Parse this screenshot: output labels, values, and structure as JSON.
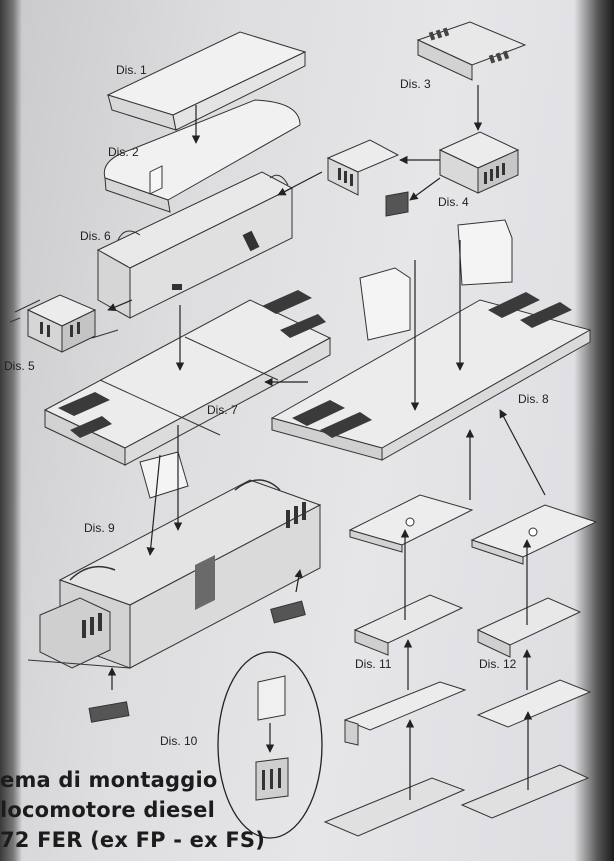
{
  "labels": {
    "dis1": "Dis. 1",
    "dis2": "Dis. 2",
    "dis3": "Dis. 3",
    "dis4": "Dis. 4",
    "dis5": "Dis. 5",
    "dis6": "Dis. 6",
    "dis7": "Dis. 7",
    "dis8": "Dis. 8",
    "dis9": "Dis. 9",
    "dis10": "Dis. 10",
    "dis11": "Dis. 11",
    "dis12": "Dis. 12"
  },
  "title": {
    "line1": "ema di montaggio",
    "line2": "locomotore diesel",
    "line3": "72 FER (ex FP - ex FS)"
  }
}
